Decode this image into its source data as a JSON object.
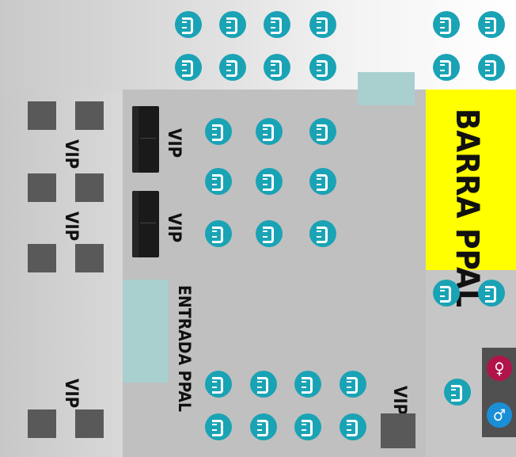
{
  "labels": {
    "vip": "VIP",
    "entrance": "ENTRADA PPAL",
    "main_bar": "BARRA PPAL"
  },
  "icons": {
    "seat": "armchair-icon",
    "sofa": "sofa-icon",
    "restroom_women": "female-restroom-icon",
    "restroom_men": "male-restroom-icon"
  },
  "colors": {
    "seat": "#1aa3b5",
    "vip_table": "#595959",
    "main_bar": "#ffff00",
    "entrance": "#a9cfcf",
    "women": "#b0144a",
    "men": "#1a8fd6"
  }
}
